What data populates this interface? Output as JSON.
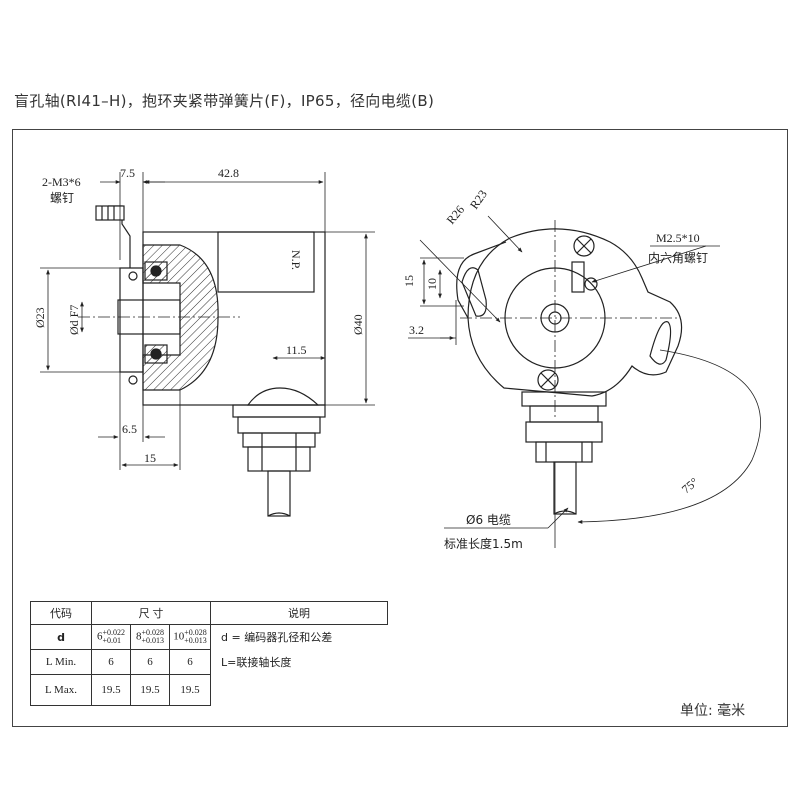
{
  "title": "盲孔轴(RI41–H)，抱环夹紧带弹簧片(F)，IP65，径向电缆(B)",
  "side_view": {
    "screw_label_1": "2-M3*6",
    "screw_label_2": "螺钉",
    "dim_7_5": "7.5",
    "dim_42_8": "42.8",
    "dim_d23": "Ø23",
    "dim_dF7": "Ød F7",
    "dim_d40": "Ø40",
    "dim_11_5": "11.5",
    "dim_6_5": "6.5",
    "dim_15": "15",
    "np_label": "N.P."
  },
  "front_view": {
    "r26": "R26",
    "r23": "R23",
    "dim_15": "15",
    "dim_10": "10",
    "dim_3_2": "3.2",
    "screw_label_1": "M2.5*10",
    "screw_label_2": "内六角螺钉",
    "angle": "75°",
    "cable_label_1": "Ø6 电缆",
    "cable_label_2": "标准长度1.5m"
  },
  "table": {
    "h_code": "代码",
    "h_size": "尺 寸",
    "h_desc": "说明",
    "row_d": "d",
    "sizes": [
      {
        "base": "6",
        "up": "+0.022",
        "low": "+0.01"
      },
      {
        "base": "8",
        "up": "+0.028",
        "low": "+0.013"
      },
      {
        "base": "10",
        "up": "+0.028",
        "low": "+0.013"
      }
    ],
    "lmin_label": "L Min.",
    "lmin": [
      "6",
      "6",
      "6"
    ],
    "lmax_label": "L Max.",
    "lmax": [
      "19.5",
      "19.5",
      "19.5"
    ],
    "desc1": "d = 编码器孔径和公差",
    "desc2": "L=联接轴长度"
  },
  "unit": "单位: 毫米"
}
